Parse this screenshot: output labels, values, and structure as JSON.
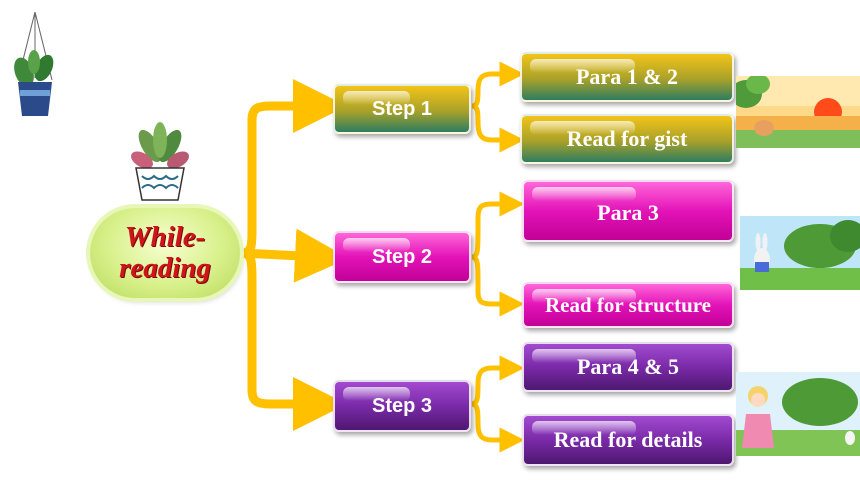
{
  "center": {
    "label": "While-\nreading"
  },
  "steps": [
    {
      "label": "Step 1",
      "branches": [
        "Para 1 & 2",
        "Read for gist"
      ]
    },
    {
      "label": "Step 2",
      "branches": [
        "Para 3",
        "Read for structure"
      ]
    },
    {
      "label": "Step 3",
      "branches": [
        "Para 4 & 5",
        "Read for details"
      ]
    }
  ],
  "colors": {
    "arrow": "#ffc000",
    "step1": "#a8a12a",
    "step2": "#e313b8",
    "step3": "#7a2aa8",
    "center_text": "#d0141b"
  },
  "icons": [
    "hanging-plant-icon",
    "potted-succulent-icon",
    "sunset-scene-image",
    "rabbit-scene-image",
    "girl-scene-image"
  ]
}
